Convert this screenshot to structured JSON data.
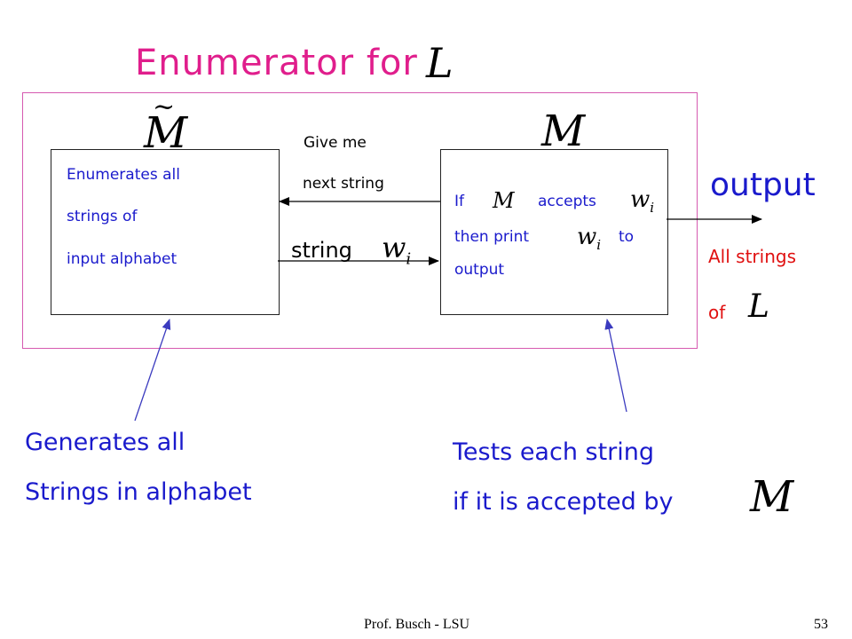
{
  "title": {
    "text": "Enumerator for",
    "symbol": "L"
  },
  "left_machine": {
    "label_symbol": "M",
    "label_accent": "~",
    "lines": [
      "Enumerates all",
      "strings of",
      "input alphabet"
    ]
  },
  "right_machine": {
    "label_symbol": "M",
    "line1_prefix": "If",
    "line1_symbol": "M",
    "line1_suffix": "accepts",
    "line1_var": "w",
    "line1_var_sub": "i",
    "line2_prefix": "then print",
    "line2_var": "w",
    "line2_var_sub": "i",
    "line2_suffix": "to",
    "line3": "output"
  },
  "request_arrow": {
    "lines": [
      "Give me",
      "next string"
    ]
  },
  "string_arrow": {
    "label": "string",
    "var": "w",
    "var_sub": "i"
  },
  "output": {
    "label": "output",
    "desc_line1": "All strings",
    "desc_line2": "of",
    "desc_symbol": "L"
  },
  "annotations": {
    "left_lines": [
      "Generates all",
      "Strings in alphabet"
    ],
    "right_lines": [
      "Tests each string",
      "if it is accepted by"
    ],
    "right_symbol": "M"
  },
  "footer": {
    "author": "Prof. Busch - LSU",
    "page": "53"
  },
  "colors": {
    "title": "#e01e8c",
    "frame": "#d65ab0",
    "box_text": "#1a1acc",
    "output_desc": "#e01010",
    "annotation": "#1a1acc",
    "annotation_arrow": "#3b3bbf"
  }
}
